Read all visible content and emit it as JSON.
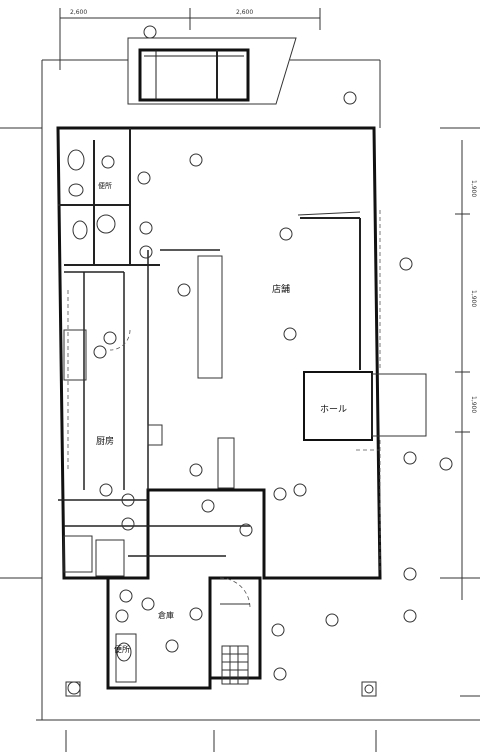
{
  "dimensions": {
    "top_left": "2,600",
    "top_right": "2,600",
    "right_1": "1,900",
    "right_2": "1,900",
    "right_3": "1,900"
  },
  "rooms": {
    "main_hall": "店舗",
    "hall_box": "ホール",
    "kitchen": "厨房",
    "toilet_upper": "便所",
    "storage": "倉庫",
    "toilet_lower": "便所"
  }
}
